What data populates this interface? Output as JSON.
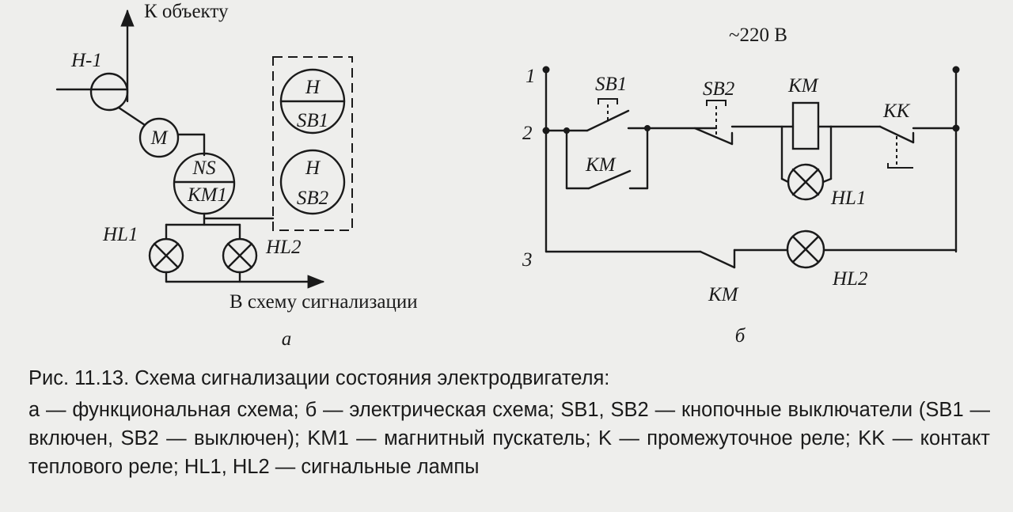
{
  "diagram_a": {
    "to_object_label": "К объекту",
    "sensor_label": "H-1",
    "motor_label": "M",
    "starter_top": "NS",
    "starter_bottom": "KM1",
    "button1_top": "H",
    "button1_bottom": "SB1",
    "button2_top": "H",
    "button2_bottom": "SB2",
    "lamp1_label": "HL1",
    "lamp2_label": "HL2",
    "signal_label": "В схему сигнализации",
    "sub_label": "а"
  },
  "diagram_b": {
    "voltage_label": "~220 В",
    "node1": "1",
    "node2": "2",
    "node3": "3",
    "sb1_label": "SB1",
    "sb2_label": "SB2",
    "coil_label": "KM",
    "kk_label": "KK",
    "km_contact_label": "KM",
    "hl1_label": "HL1",
    "km_bottom_label": "KM",
    "hl2_label": "HL2",
    "sub_label": "б"
  },
  "caption": {
    "title": "Рис. 11.13. Схема сигнализации состояния электродвигателя:",
    "text": "а — функциональная схема; б — электрическая схема; SB1, SB2 — кнопочные выключатели (SB1 — включен, SB2 — выключен); KM1 — магнитный пускатель; K — промежуточное реле; KK — контакт теплового реле; HL1, HL2 — сигнальные лампы"
  }
}
